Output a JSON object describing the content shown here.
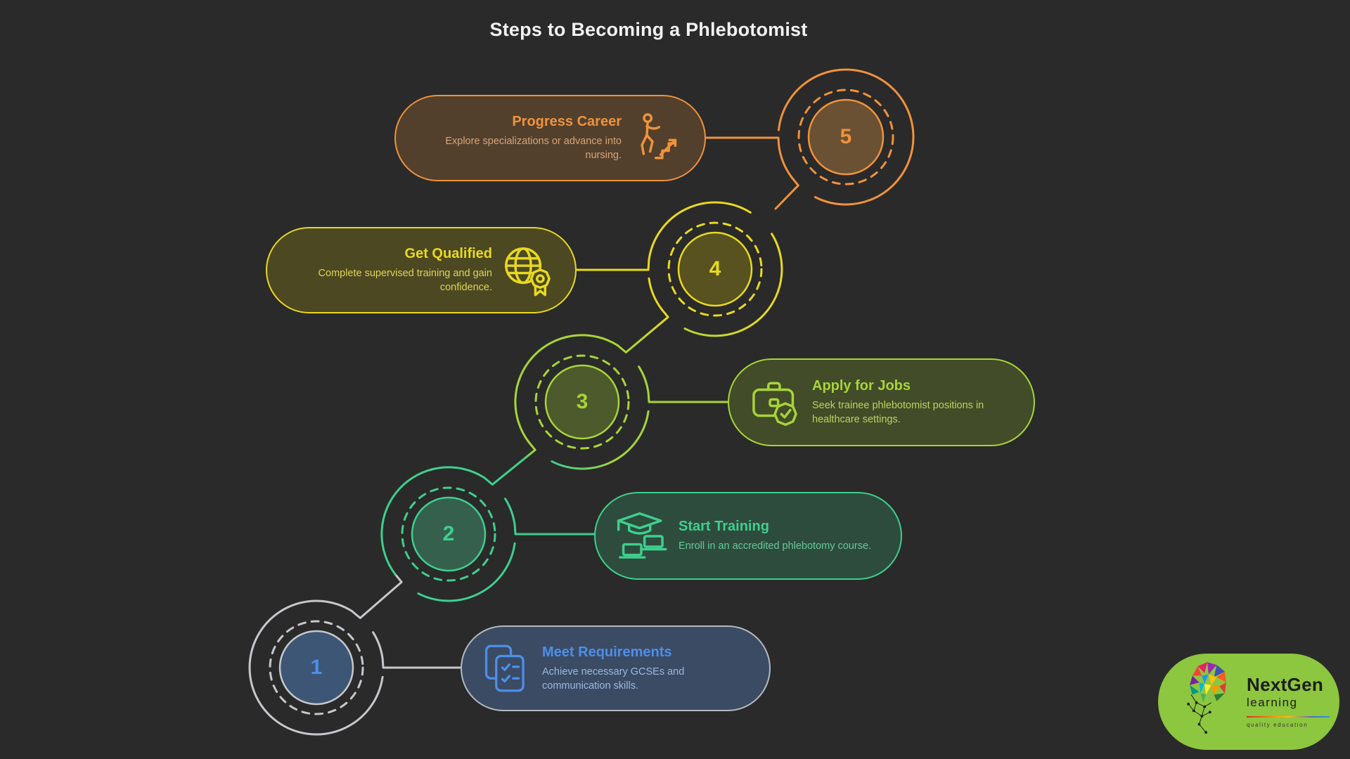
{
  "title": "Steps to Becoming a Phlebotomist",
  "background_color": "#2a2a2a",
  "title_color": "#f2f2f2",
  "steps": [
    {
      "number": "1",
      "title": "Meet Requirements",
      "description": "Achieve necessary GCSEs and communication skills.",
      "accent_color": "#4d8fe8",
      "ring_color": "#c5c8cc",
      "card_fill": "#3b4b64",
      "circle_fill": "#3d5676",
      "description_color": "#9cb8de",
      "icon": "documents-checklist-icon"
    },
    {
      "number": "2",
      "title": "Start Training",
      "description": "Enroll in an accredited phlebotomy course.",
      "accent_color": "#3ecf8e",
      "ring_color": "#3ecf8e",
      "card_fill": "#2e4c3e",
      "circle_fill": "#34604d",
      "description_color": "#63c999",
      "icon": "graduation-cap-laptops-icon"
    },
    {
      "number": "3",
      "title": "Apply for Jobs",
      "description": "Seek trainee phlebotomist positions in healthcare settings.",
      "accent_color": "#a8d437",
      "ring_color": "#a8d437",
      "card_fill": "#424c28",
      "circle_fill": "#4d5a2b",
      "description_color": "#b9d35e",
      "icon": "briefcase-check-icon"
    },
    {
      "number": "4",
      "title": "Get Qualified",
      "description": "Complete supervised training and gain confidence.",
      "accent_color": "#e8d91f",
      "ring_color": "#e8d91f",
      "card_fill": "#4c4822",
      "circle_fill": "#57521f",
      "description_color": "#ded455",
      "icon": "globe-award-icon"
    },
    {
      "number": "5",
      "title": "Progress Career",
      "description": "Explore specializations or advance into nursing.",
      "accent_color": "#f0923c",
      "ring_color": "#f0923c",
      "card_fill": "#53402c",
      "circle_fill": "#6a5133",
      "description_color": "#d6a577",
      "icon": "person-climbing-stairs-icon"
    }
  ],
  "logo": {
    "brand": "NextGen",
    "sub_brand": "learning",
    "tagline": "quality education",
    "pill_color": "#8dc63f",
    "text_color": "#1d1d1b"
  }
}
